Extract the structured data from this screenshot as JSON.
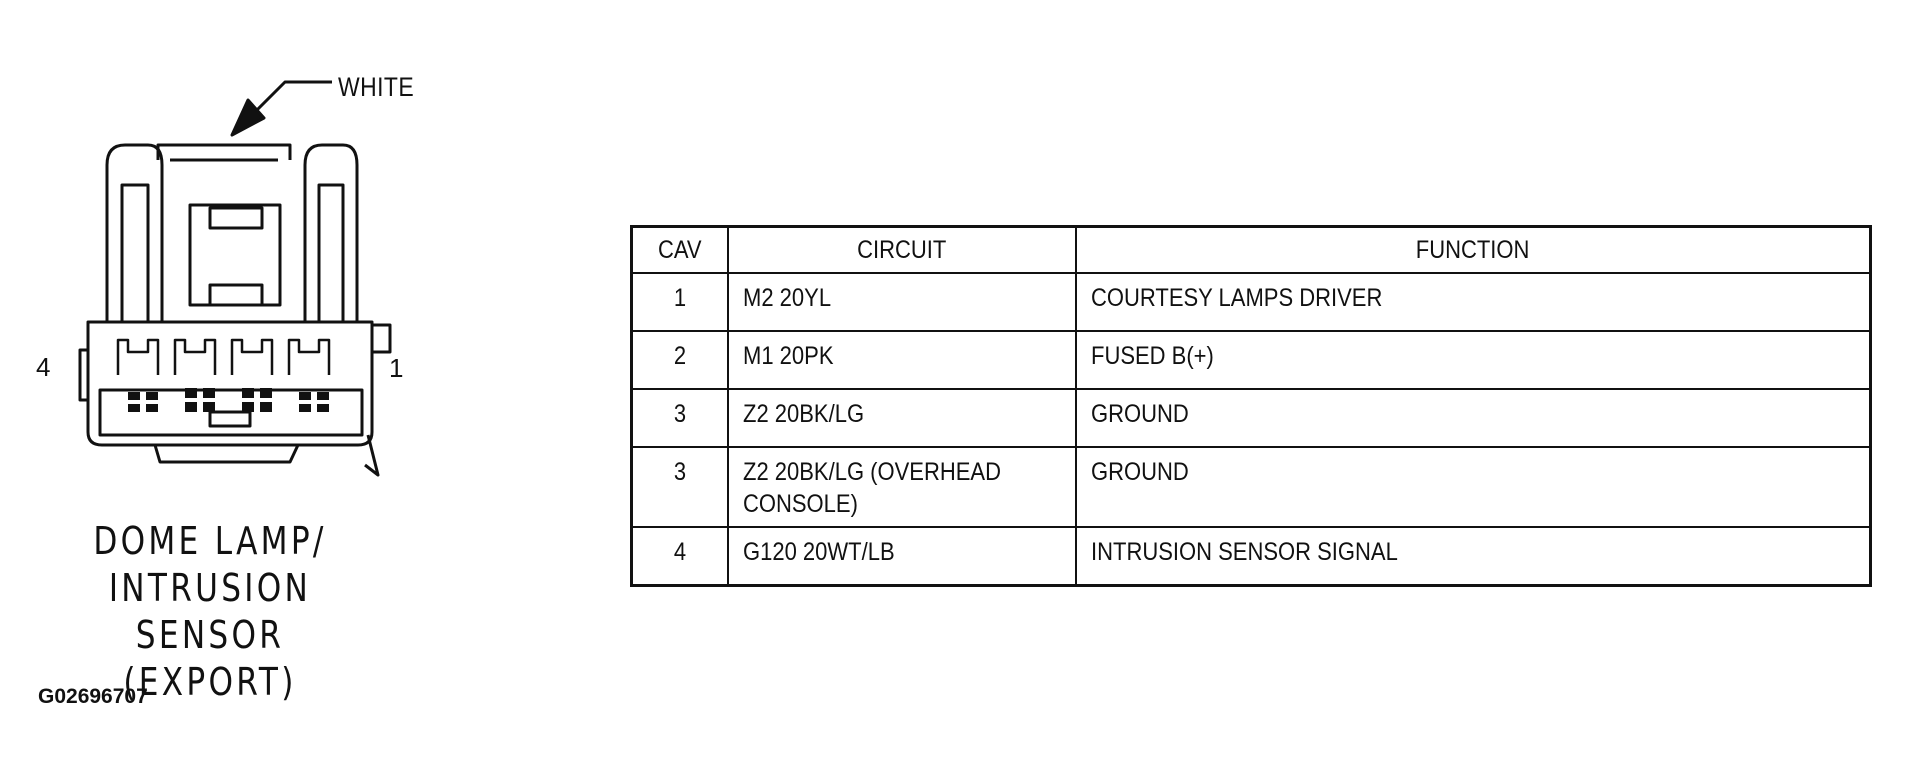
{
  "connector": {
    "color_label": "WHITE",
    "pin_left": "4",
    "pin_right": "1",
    "name_lines": [
      "DOME LAMP/",
      "INTRUSION SENSOR",
      "(EXPORT)"
    ]
  },
  "figure_id": "G02696707",
  "table": {
    "headers": {
      "cav": "CAV",
      "circuit": "CIRCUIT",
      "function": "FUNCTION"
    },
    "rows": [
      {
        "cav": "1",
        "circuit": "M2 20YL",
        "function": "COURTESY LAMPS DRIVER"
      },
      {
        "cav": "2",
        "circuit": "M1 20PK",
        "function": "FUSED B(+)"
      },
      {
        "cav": "3",
        "circuit": "Z2 20BK/LG",
        "function": "GROUND"
      },
      {
        "cav": "3",
        "circuit": "Z2 20BK/LG (OVERHEAD\nCONSOLE)",
        "function": "GROUND"
      },
      {
        "cav": "4",
        "circuit": "G120 20WT/LB",
        "function": "INTRUSION SENSOR SIGNAL"
      }
    ]
  }
}
